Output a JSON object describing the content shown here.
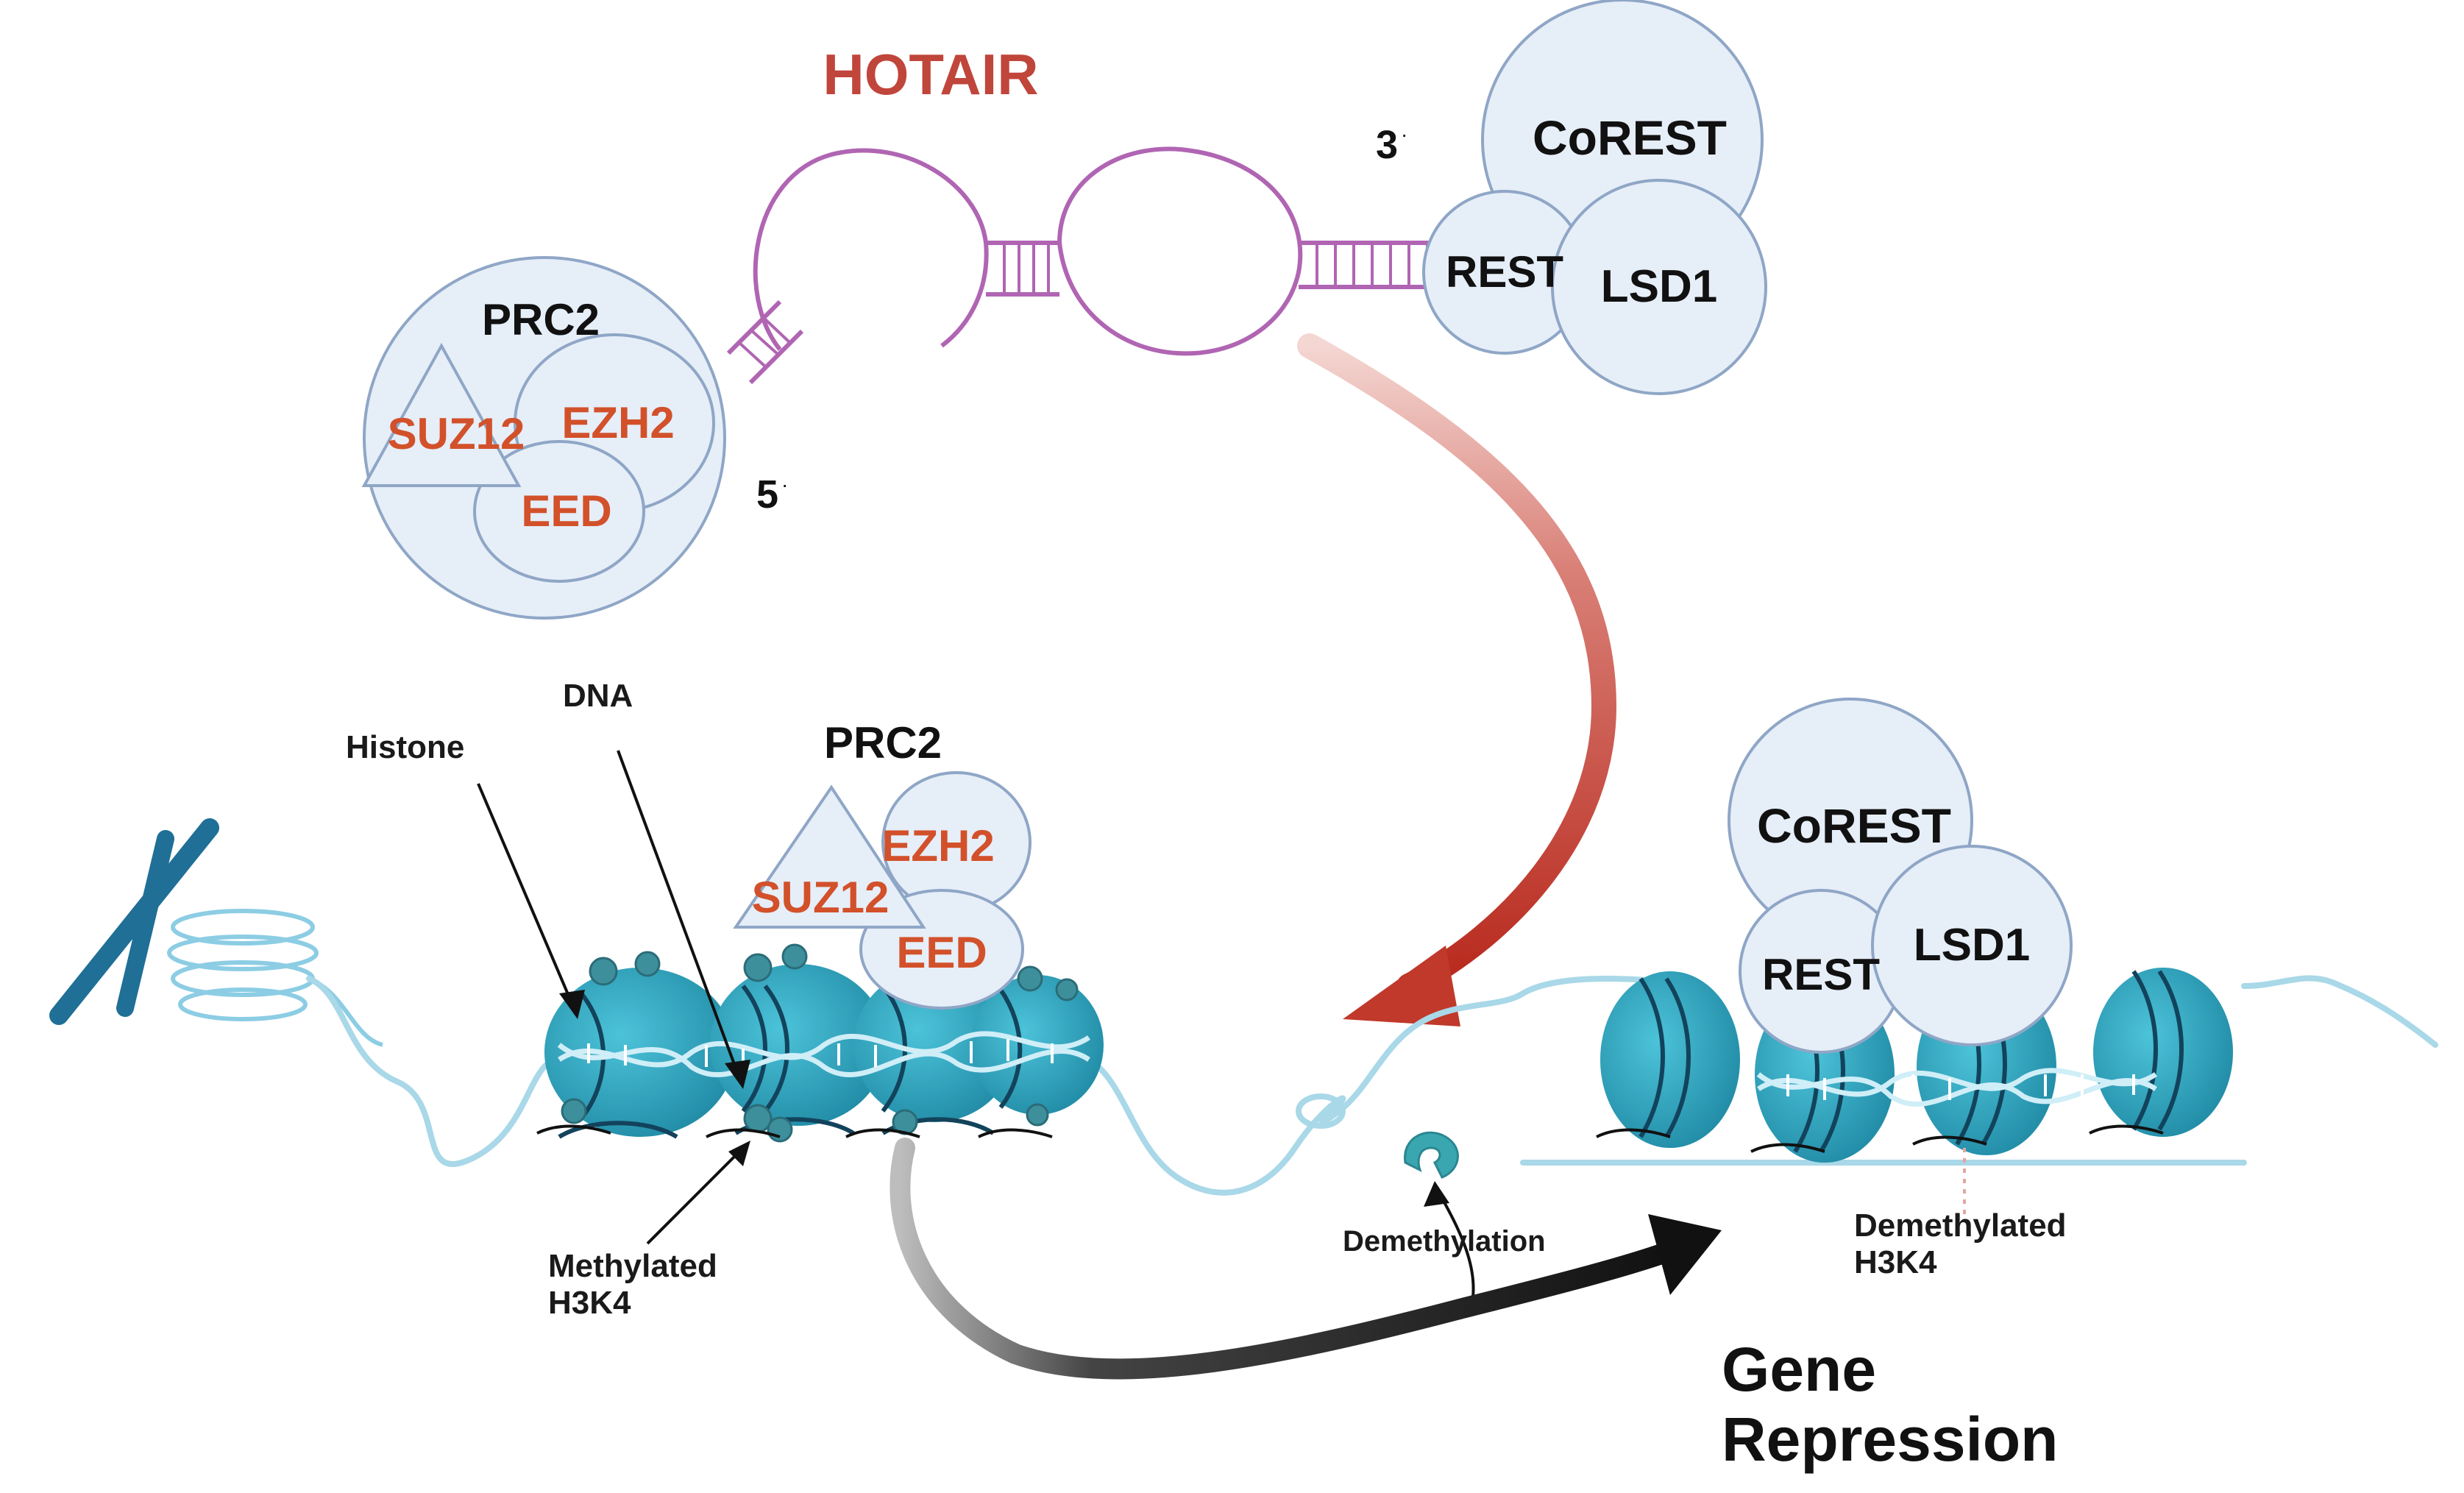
{
  "title": "HOTAIR",
  "colors": {
    "title": "#c0453b",
    "subunit": "#d2512a",
    "protein_fill": "#e6eef8",
    "protein_stroke": "#8fa6c6",
    "rna": "#b065b3",
    "nucleosome": "#2a9cb5",
    "dna": "#a9d8e8",
    "arrow_red": "#c0392b",
    "arrow_black": "#1e1e1e"
  },
  "rna": {
    "end_5": "5",
    "end_3": "3"
  },
  "prc2_top": {
    "name": "PRC2",
    "subunits": [
      "SUZ12",
      "EZH2",
      "EED"
    ]
  },
  "corest_top": {
    "subunits": [
      "CoREST",
      "REST",
      "LSD1"
    ]
  },
  "chromatin_labels": {
    "histone": "Histone",
    "dna": "DNA",
    "methylated_line1": "Methylated",
    "methylated_line2": "H3K4",
    "demethylation": "Demethylation",
    "demethylated_line1": "Demethylated",
    "demethylated_line2": "H3K4"
  },
  "prc2_bound": {
    "name": "PRC2",
    "subunits": [
      "EZH2",
      "SUZ12",
      "EED"
    ]
  },
  "corest_bound": {
    "subunits": [
      "CoREST",
      "REST",
      "LSD1"
    ]
  },
  "outcome": {
    "line1": "Gene",
    "line2": "Repression"
  }
}
